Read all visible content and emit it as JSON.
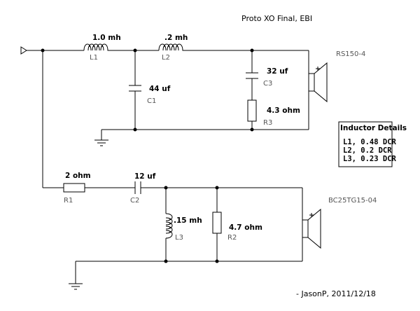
{
  "title": "Proto XO Final, EBI",
  "author_line": "- JasonP,  2011/12/18",
  "components": {
    "L1": {
      "value": "1.0 mh",
      "ref": "L1"
    },
    "L2": {
      "value": ".2 mh",
      "ref": "L2"
    },
    "C1": {
      "value": "44 uf",
      "ref": "C1"
    },
    "C3": {
      "value": "32 uf",
      "ref": "C3"
    },
    "R3": {
      "value": "4.3 ohm",
      "ref": "R3"
    },
    "R1": {
      "value": "2 ohm",
      "ref": "R1"
    },
    "C2": {
      "value": "12 uf",
      "ref": "C2"
    },
    "L3": {
      "value": ".15 mh",
      "ref": "L3"
    },
    "R2": {
      "value": "4.7 ohm",
      "ref": "R2"
    }
  },
  "speakers": {
    "woofer": {
      "model": "RS150-4",
      "polarity": "+"
    },
    "tweeter": {
      "model": "BC25TG15-04",
      "polarity": "+"
    }
  },
  "inductor_details": {
    "heading": "Inductor Details",
    "lines": [
      "L1, 0.48 DCR",
      "L2, 0.2 DCR",
      "L3, 0.23 DCR"
    ]
  }
}
